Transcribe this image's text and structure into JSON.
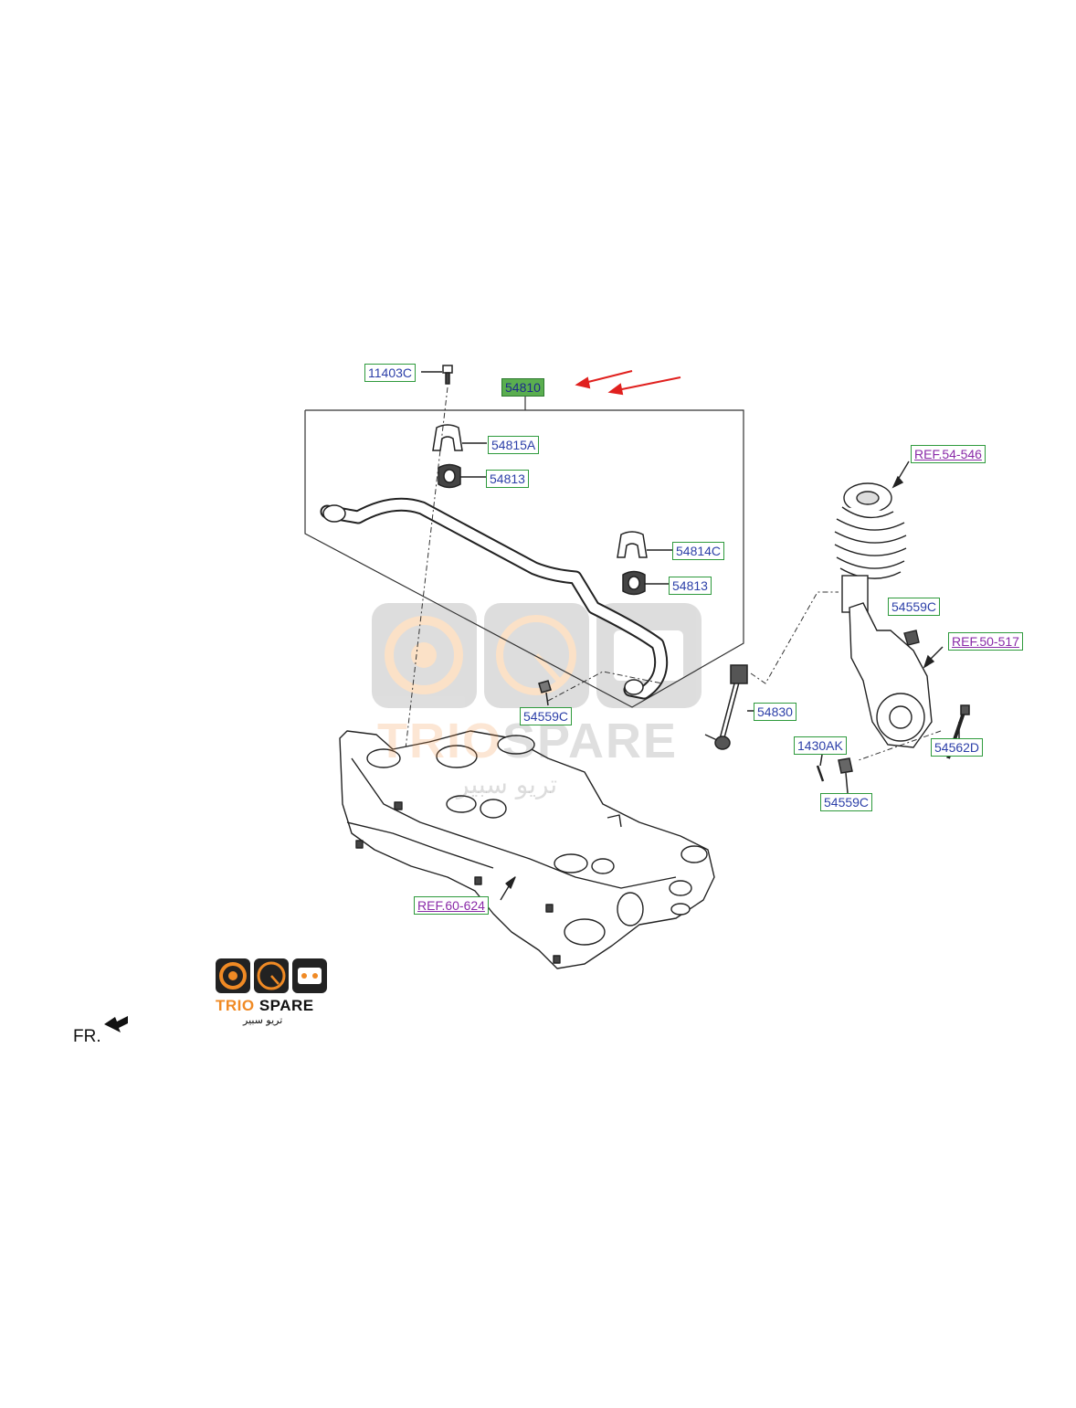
{
  "labels": {
    "l11403c": "11403C",
    "l54810": "54810",
    "l54815a": "54815A",
    "l54813a": "54813",
    "l54814c": "54814C",
    "l54813b": "54813",
    "l54559c_a": "54559C",
    "l54830": "54830",
    "lref54546": "REF.54-546",
    "l54559c_b": "54559C",
    "lref50517": "REF.50-517",
    "l1430ak": "1430AK",
    "l54562d": "54562D",
    "l54559c_c": "54559C",
    "lref60624": "REF.60-624"
  },
  "direction": "FR.",
  "watermark": {
    "brand_a": "TRIO",
    "brand_b": "SPARE",
    "arabic": "تريو سبير"
  },
  "logo": {
    "brand_a": "TRIO",
    "brand_b": " SPARE",
    "arabic": "تريو سبير"
  },
  "colors": {
    "label_border": "#2e9a3c",
    "label_text": "#2c3fa8",
    "highlight_fill": "#5aae4f",
    "ref_text": "#8a2ba8",
    "arrow_red": "#e0201e",
    "logo_orange": "#f08a24"
  }
}
